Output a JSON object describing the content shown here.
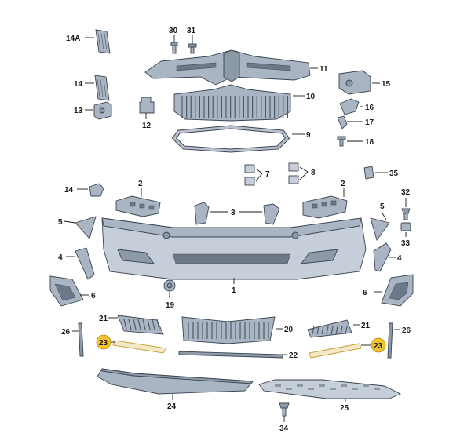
{
  "diagram": {
    "callouts": {
      "c14A": "14A",
      "c30": "30",
      "c31": "31",
      "c11": "11",
      "c15": "15",
      "c14": "14",
      "c10": "10",
      "c16": "16",
      "c13": "13",
      "c12": "12",
      "c17": "17",
      "c9": "9",
      "c18": "18",
      "c7": "7",
      "c8": "8",
      "c35": "35",
      "c2a": "2",
      "c2b": "2",
      "c14b": "14",
      "c32": "32",
      "c3": "3",
      "c5a": "5",
      "c5b": "5",
      "c33": "33",
      "c4a": "4",
      "c4b": "4",
      "c1": "1",
      "c6a": "6",
      "c6b": "6",
      "c19": "19",
      "c21a": "21",
      "c20": "20",
      "c21b": "21",
      "c26a": "26",
      "c26b": "26",
      "c23a": "23",
      "c23b": "23",
      "c22": "22",
      "c24": "24",
      "c25": "25",
      "c34": "34"
    },
    "colors": {
      "part_fill": "#a9b5c2",
      "part_outline": "#3b4552",
      "highlight": "#f2c230"
    }
  }
}
